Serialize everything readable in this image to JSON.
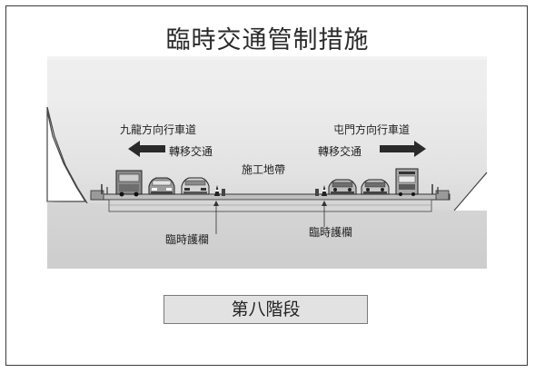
{
  "title": "臨時交通管制措施",
  "diagram": {
    "left_direction": "九龍方向行車道",
    "right_direction": "屯門方向行車道",
    "left_diversion": "轉移交通",
    "right_diversion": "轉移交通",
    "work_zone": "施工地帶",
    "left_barrier": "臨時護欄",
    "right_barrier": "臨時護欄"
  },
  "stage_label": "第八階段",
  "icons": [
    "arrow-left-icon",
    "arrow-right-icon",
    "truck-icon",
    "car-icon",
    "bus-icon",
    "traffic-cone-icon"
  ]
}
